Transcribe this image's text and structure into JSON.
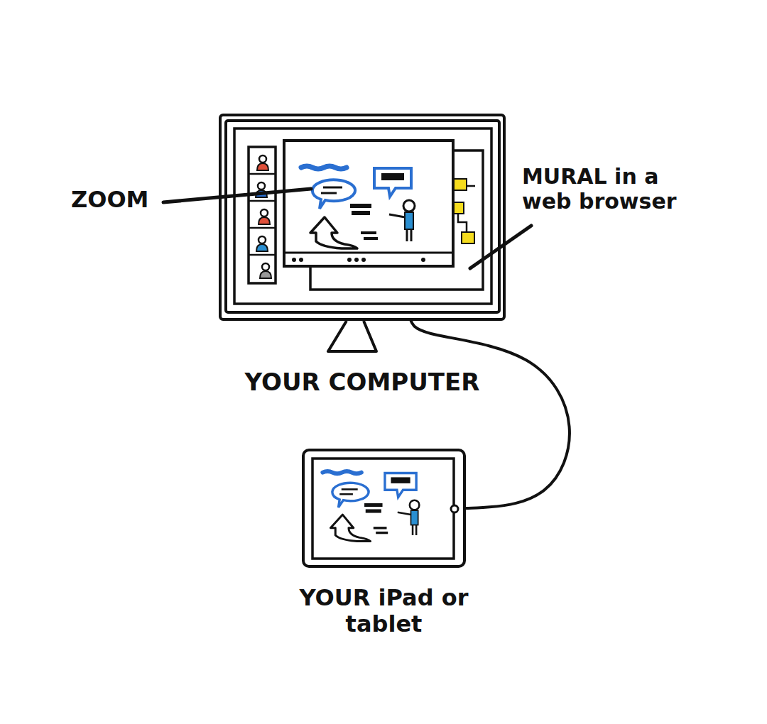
{
  "diagram": {
    "nodes": [
      {
        "text": [
          "YOUR COMPUTER"
        ]
      },
      {
        "text": [
          "YOUR iPad or tablet"
        ]
      }
    ],
    "edges": [
      {
        "from": 0,
        "to": 1,
        "arrow": "none"
      }
    ],
    "labels": [
      "ZOOM",
      "MURAL in a web browser"
    ]
  }
}
